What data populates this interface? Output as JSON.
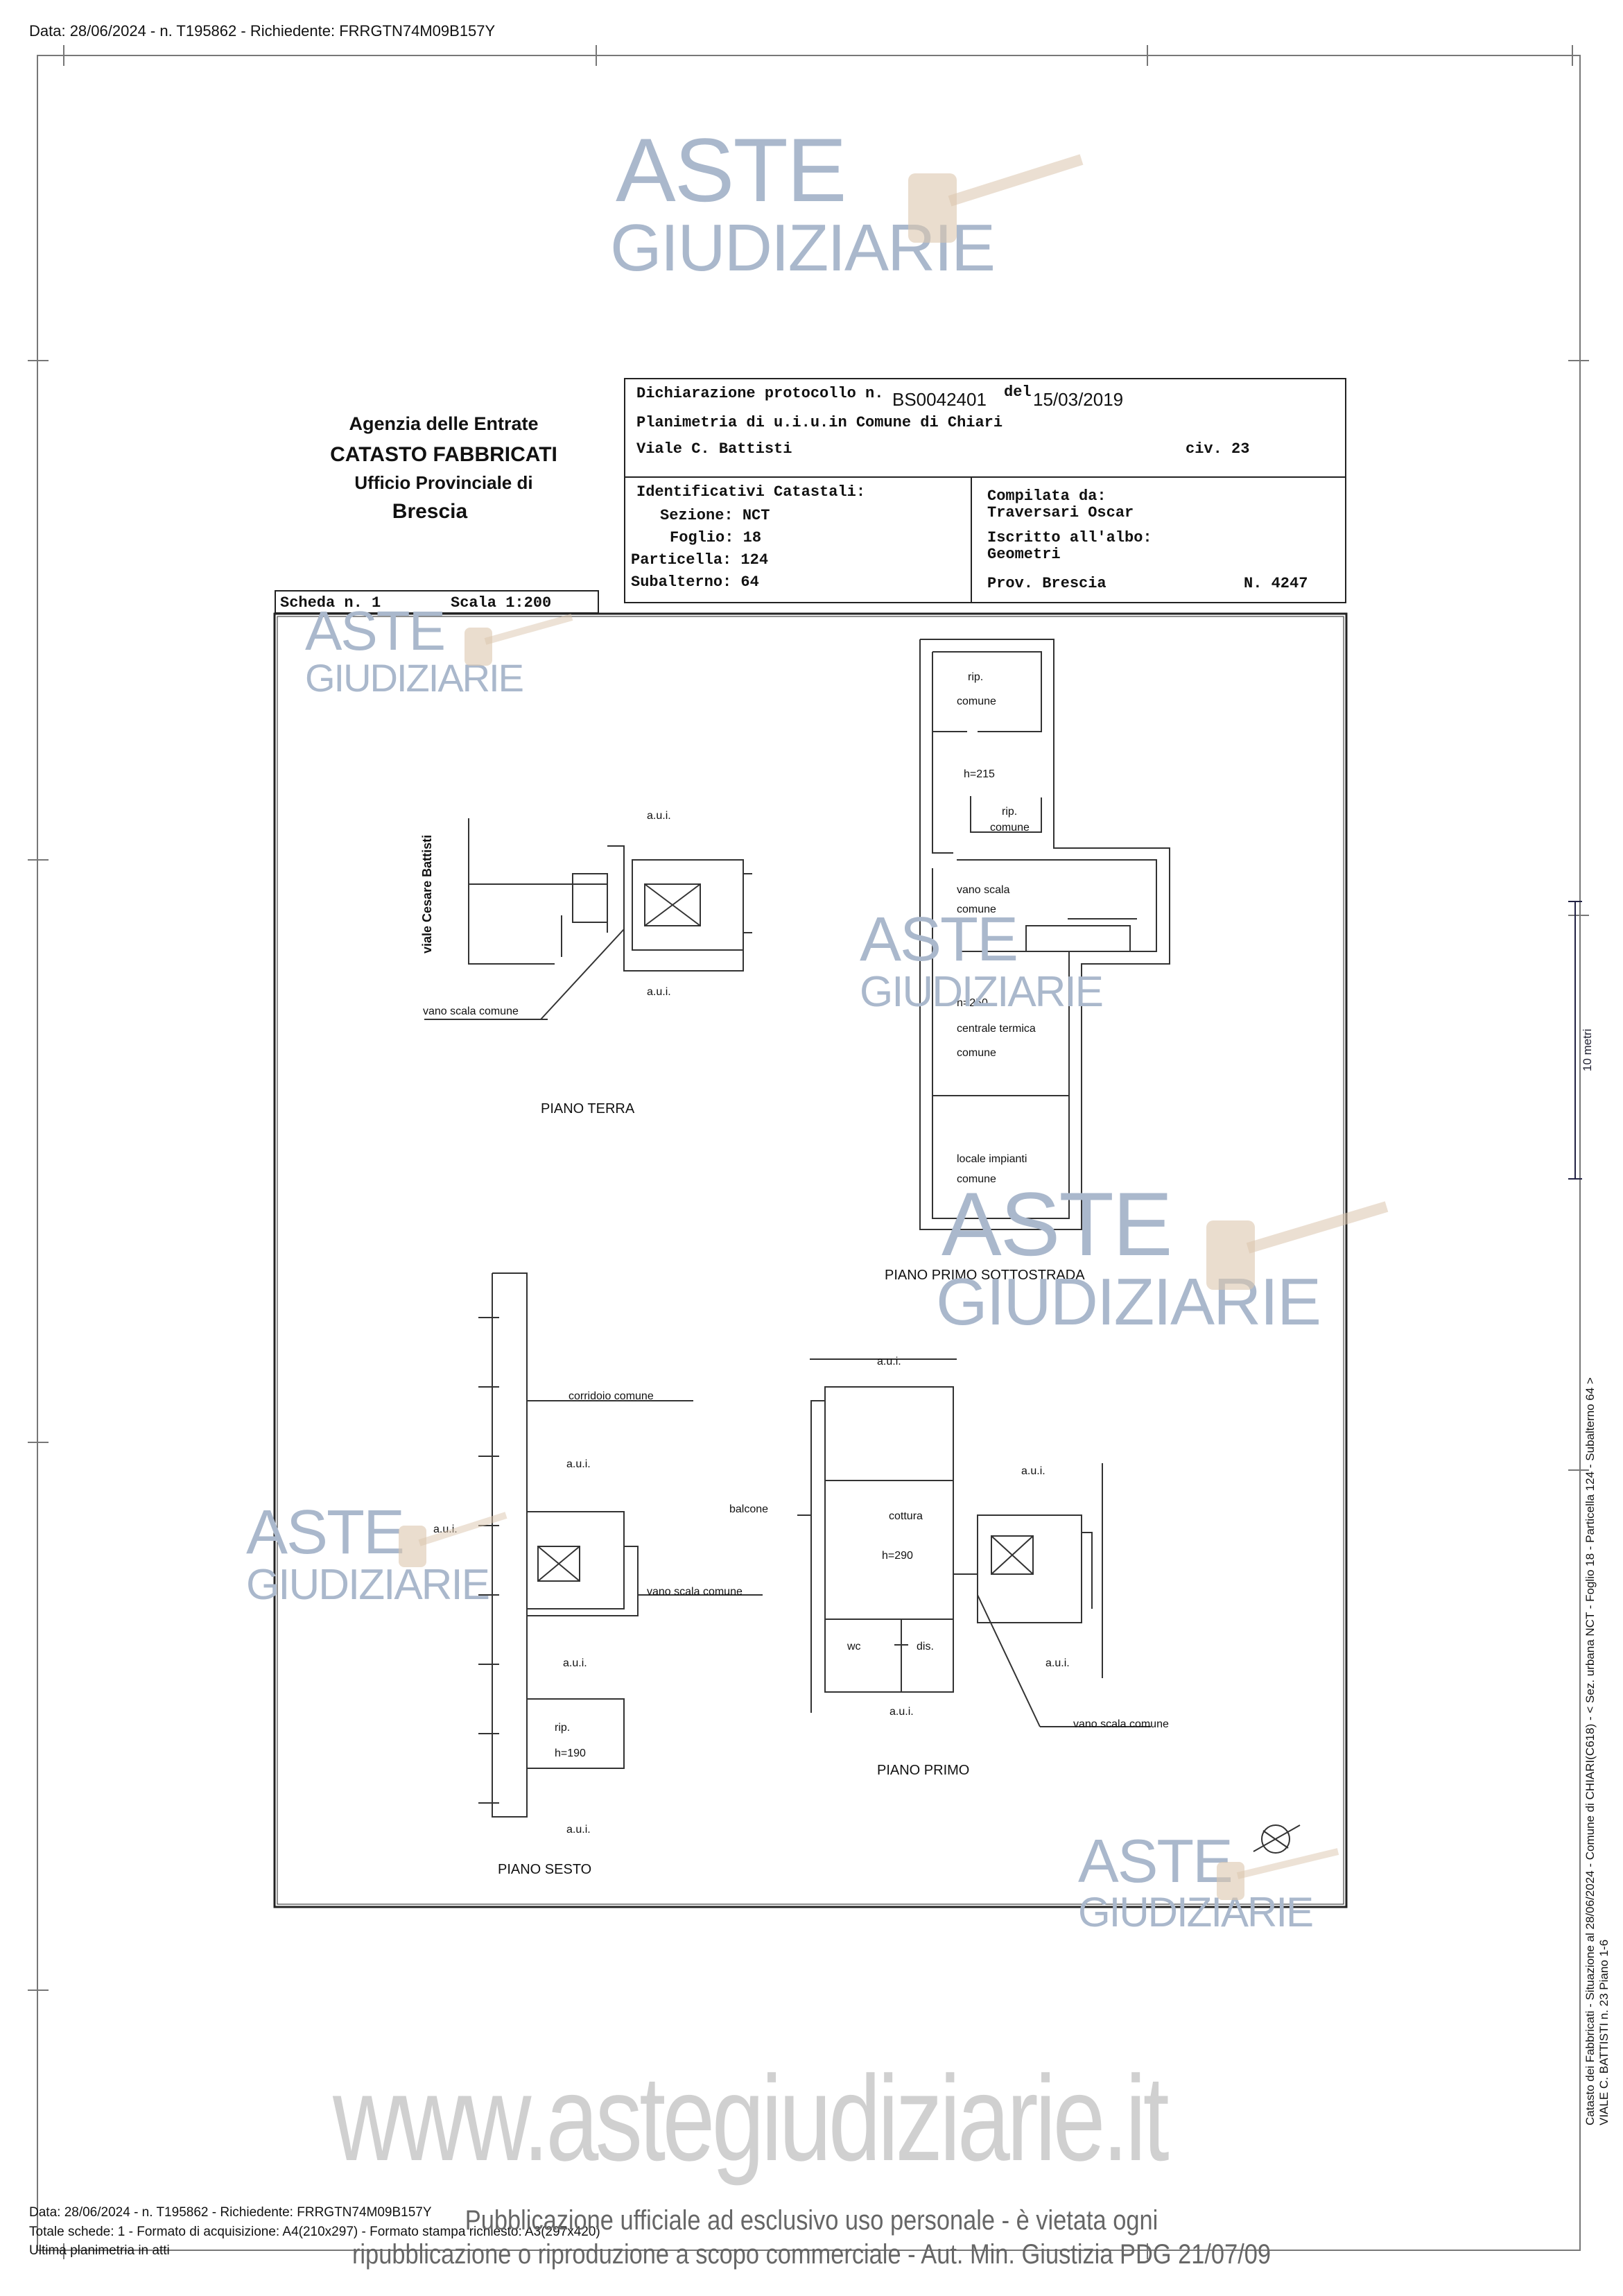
{
  "header": {
    "top_line": "Data: 28/06/2024 - n. T195862 - Richiedente: FRRGTN74M09B157Y"
  },
  "agency": {
    "line1": "Agenzia delle Entrate",
    "line2": "CATASTO FABBRICATI",
    "line3": "Ufficio Provinciale di",
    "line4": "Brescia"
  },
  "declaration": {
    "protocol_label": "Dichiarazione protocollo n.",
    "protocol_no": "BS0042401",
    "del_label": "del",
    "date": "15/03/2019",
    "plan_line": "Planimetria di u.i.u.in Comune di Chiari",
    "address": "Viale C. Battisti",
    "civ": "civ. 23"
  },
  "identifiers": {
    "title": "Identificativi Catastali:",
    "sezione": "Sezione: NCT",
    "foglio": "Foglio: 18",
    "particella": "Particella: 124",
    "subalterno": "Subalterno: 64"
  },
  "compiled": {
    "by_label": "Compilata da:",
    "by_name": "Traversari Oscar",
    "albo_label": "Iscritto all'albo:",
    "albo": "Geometri",
    "prov": "Prov. Brescia",
    "number": "N. 4247"
  },
  "scheda": {
    "label": "Scheda n. 1",
    "scale": "Scala 1:200"
  },
  "plan_labels": {
    "street": "viale Cesare Battisti",
    "aui": "a.u.i.",
    "vano_scala_comune": "vano scala comune",
    "piano_terra": "PIANO TERRA",
    "rip": "rip.",
    "comune": "comune",
    "h215": "h=215",
    "vano_scala": "vano scala",
    "h250": "h=250",
    "centrale_termica": "centrale termica",
    "locale_impianti": "locale impianti",
    "piano_primo_sottostrada": "PIANO PRIMO SOTTOSTRADA",
    "corridoio_comune": "corridoio comune",
    "h190": "h=190",
    "piano_sesto": "PIANO SESTO",
    "balcone": "balcone",
    "cottura": "cottura",
    "h290": "h=290",
    "wc": "wc",
    "dis": "dis.",
    "piano_primo": "PIANO PRIMO"
  },
  "scale_bar": "10 metri",
  "side_text": {
    "line1": "Catasto dei Fabbricati - Situazione al 28/06/2024 - Comune di CHIARI(C618) - < Sez. urbana NCT - Foglio 18 - Particella 124 - Subalterno 64 >",
    "line2": "VIALE C. BATTISTI n. 23 Piano 1-6"
  },
  "footer": {
    "line1": "Data: 28/06/2024 - n. T195862 - Richiedente: FRRGTN74M09B157Y",
    "line2": "Totale schede: 1 - Formato di acquisizione: A4(210x297) - Formato stampa richiesto: A3(297x420)",
    "line3": "Ultima planimetria in atti"
  },
  "watermark": {
    "aste": "ASTE",
    "giudiziarie": "GIUDIZIARIE",
    "url": "www.astegiudiziarie.it",
    "notice1": "Pubblicazione ufficiale ad esclusivo uso personale - è vietata ogni",
    "notice2": "ripubblicazione o riproduzione a scopo commerciale - Aut. Min. Giustizia PDG 21/07/09"
  }
}
